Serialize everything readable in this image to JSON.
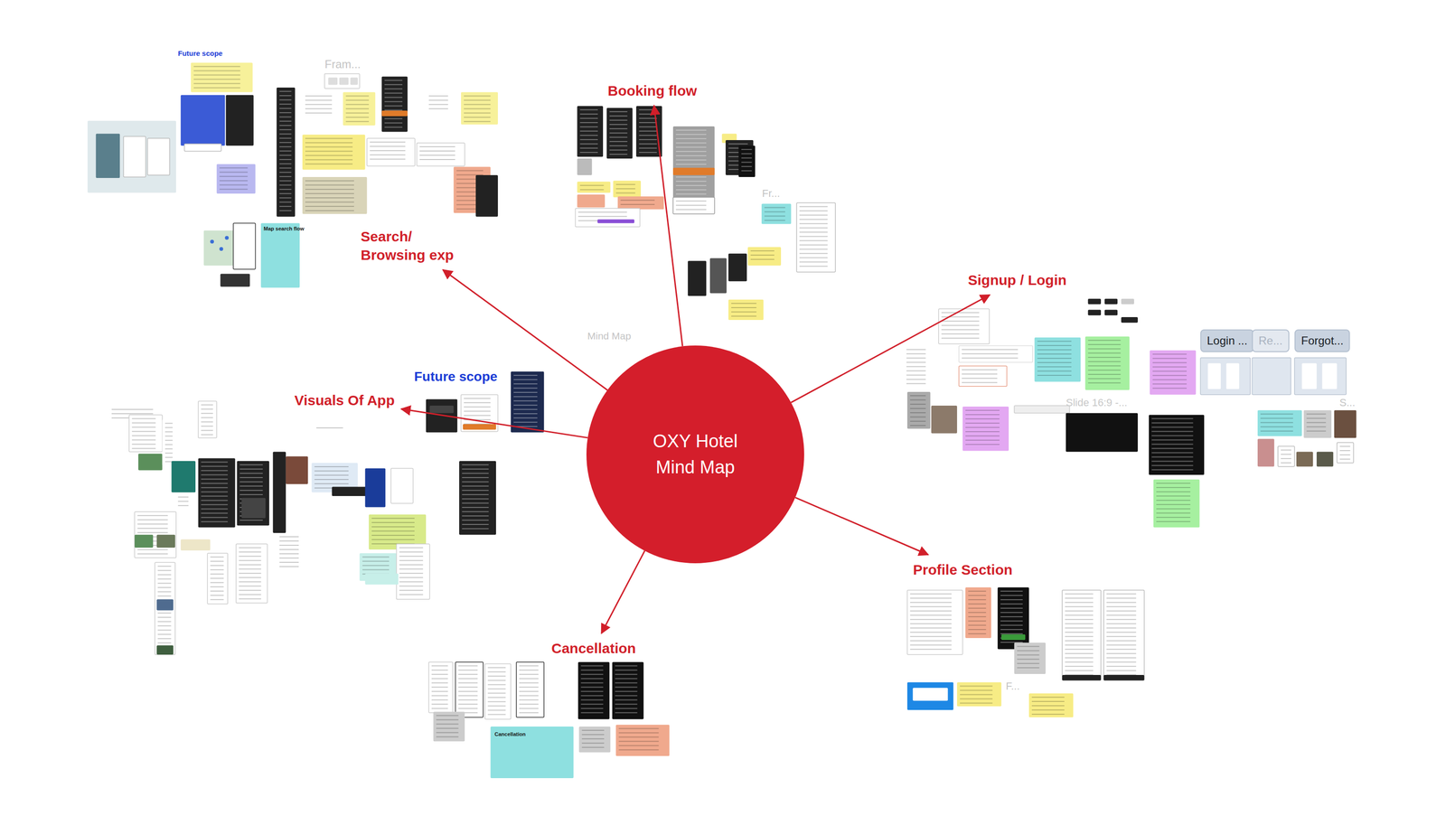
{
  "diagram": {
    "nodes": [
      {
        "text": [
          "OXY Hotel Mind Map"
        ]
      },
      {
        "text": [
          "Booking flow"
        ]
      },
      {
        "text": [
          "Search/ Browsing exp"
        ]
      },
      {
        "text": [
          "Signup / Login"
        ]
      },
      {
        "text": [
          "Visuals Of App"
        ]
      },
      {
        "text": [
          "Profile Section"
        ]
      },
      {
        "text": [
          "Cancellation"
        ]
      },
      {
        "text": [
          "Login ..."
        ]
      },
      {
        "text": [
          "Re..."
        ]
      },
      {
        "text": [
          "Forgot..."
        ]
      }
    ],
    "edges": [
      {
        "from": 0,
        "to": 1,
        "arrow": "to"
      },
      {
        "from": 0,
        "to": 2,
        "arrow": "to"
      },
      {
        "from": 0,
        "to": 3,
        "arrow": "to"
      },
      {
        "from": 0,
        "to": 4,
        "arrow": "to"
      },
      {
        "from": 0,
        "to": 5,
        "arrow": "to"
      },
      {
        "from": 0,
        "to": 6,
        "arrow": "to"
      }
    ],
    "labels": [
      "Future scope",
      "Future scope",
      "Mind Map",
      "Fram...",
      "Fr...",
      "Slide 16:9 -...",
      "S...",
      "F...",
      "Map search flow",
      "Cancellation"
    ]
  }
}
